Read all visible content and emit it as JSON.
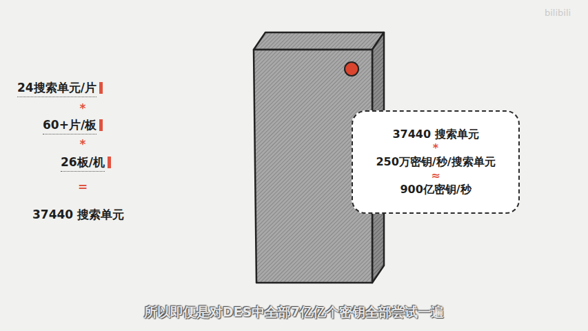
{
  "diagram": {
    "caption": "所以即便是对DES中全部7亿亿个密钥全部尝试一遍",
    "nodes": [
      {
        "text": [
          "37440 搜索单元",
          "*",
          "250万密钥/秒/搜索单元",
          "≈",
          "900亿密钥/秒"
        ]
      }
    ],
    "labels": [
      "24搜索单元/片",
      "*",
      "60+片/板",
      "*",
      "26板/机",
      "=",
      "37440 搜索单元",
      "bilibili"
    ]
  }
}
